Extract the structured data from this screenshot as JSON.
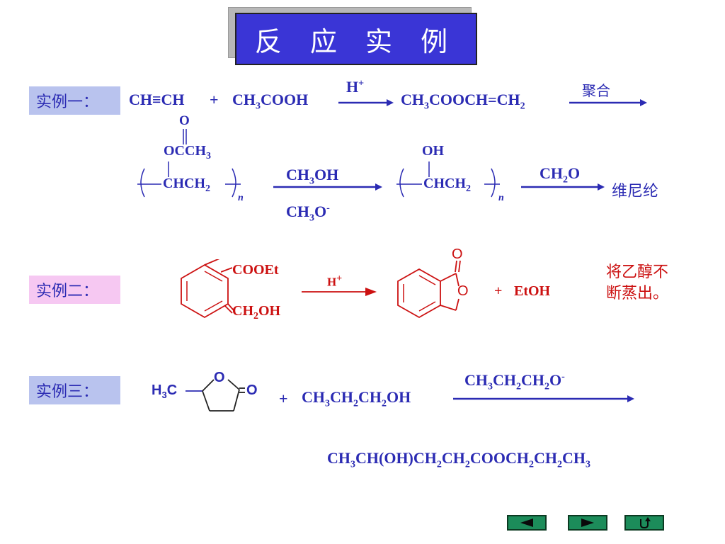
{
  "title": "反 应 实 例",
  "example1": {
    "label": "实例一：",
    "reactant1": "CH≡CH",
    "plus": "+",
    "reactant2_a": "CH",
    "reactant2_sub": "3",
    "reactant2_b": "COOH",
    "catalyst_a": "H",
    "catalyst_sup": "+",
    "product_a": "CH",
    "product_sub1": "3",
    "product_b": "COOCH=CH",
    "product_sub2": "2",
    "polymerize": "聚合",
    "poly1_o": "O",
    "poly1_side_a": "OCCH",
    "poly1_side_sub": "3",
    "poly1_chain_a": "CHCH",
    "poly1_chain_sub": "2",
    "n1": "n",
    "reagent_top_a": "CH",
    "reagent_top_sub": "3",
    "reagent_top_b": "OH",
    "reagent_bottom_a": "CH",
    "reagent_bottom_sub": "3",
    "reagent_bottom_b": "O",
    "reagent_bottom_sup": "-",
    "poly2_side": "OH",
    "poly2_chain_a": "CHCH",
    "poly2_chain_sub": "2",
    "n2": "n",
    "reagent2_a": "CH",
    "reagent2_sub": "2",
    "reagent2_b": "O",
    "final": "维尼纶"
  },
  "example2": {
    "label": "实例二：",
    "sub_top": "COOEt",
    "sub_bottom_a": "CH",
    "sub_bottom_sub": "2",
    "sub_bottom_b": "OH",
    "catalyst_a": "H",
    "catalyst_sup": "+",
    "ring_o1": "O",
    "ring_o2": "O",
    "plus": "+",
    "byproduct": "EtOH",
    "note_line1": "将乙醇不",
    "note_line2": "断蒸出。"
  },
  "example3": {
    "label": "实例三：",
    "methyl_a": "H",
    "methyl_sub": "3",
    "methyl_b": "C",
    "ring_o": "O",
    "carbonyl_o": "O",
    "plus": "+",
    "reactant_a": "CH",
    "reactant_sub1": "3",
    "reactant_b": "CH",
    "reactant_sub2": "2",
    "reactant_c": "CH",
    "reactant_sub3": "2",
    "reactant_d": "OH",
    "catalyst_a": "CH",
    "catalyst_sub1": "3",
    "catalyst_b": "CH",
    "catalyst_sub2": "2",
    "catalyst_c": "CH",
    "catalyst_sub3": "2",
    "catalyst_d": "O",
    "catalyst_sup": "-",
    "product": [
      {
        "t": "CH"
      },
      {
        "s": "3"
      },
      {
        "t": "CH(OH)CH"
      },
      {
        "s": "2"
      },
      {
        "t": "CH"
      },
      {
        "s": "2"
      },
      {
        "t": "COOCH"
      },
      {
        "s": "2"
      },
      {
        "t": "CH"
      },
      {
        "s": "2"
      },
      {
        "t": "CH"
      },
      {
        "s": "3"
      }
    ]
  },
  "nav": {
    "prev_icon": "triangle-left-icon",
    "next_icon": "triangle-right-icon",
    "return_icon": "return-arrow-icon"
  },
  "colors": {
    "title_bg": "#3a35d6",
    "text_blue": "#2b2bb3",
    "text_red": "#cc1111",
    "label_blue_bg": "#b9c3ee",
    "label_pink_bg": "#f6c8f2",
    "nav_green": "#1c8c5a"
  }
}
